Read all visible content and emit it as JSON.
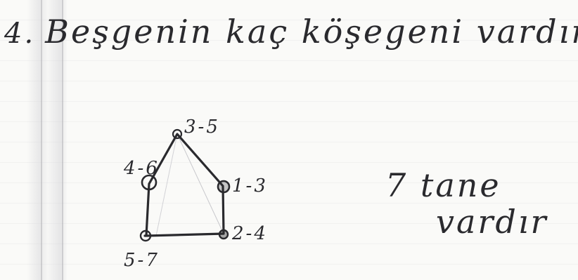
{
  "question": {
    "number": "4.",
    "text": "Beşgenin kaç köşegeni vardır?"
  },
  "figure": {
    "vertex_labels": {
      "top": "3-5",
      "upper_left": "4-6",
      "upper_right": "1-3",
      "bottom_right": "2-4",
      "bottom_left": "5-7"
    }
  },
  "answer": {
    "line1": "7 tane",
    "line2": "vardır"
  },
  "colors": {
    "ink": "#2a2a2e",
    "paper": "#fafaf8"
  }
}
